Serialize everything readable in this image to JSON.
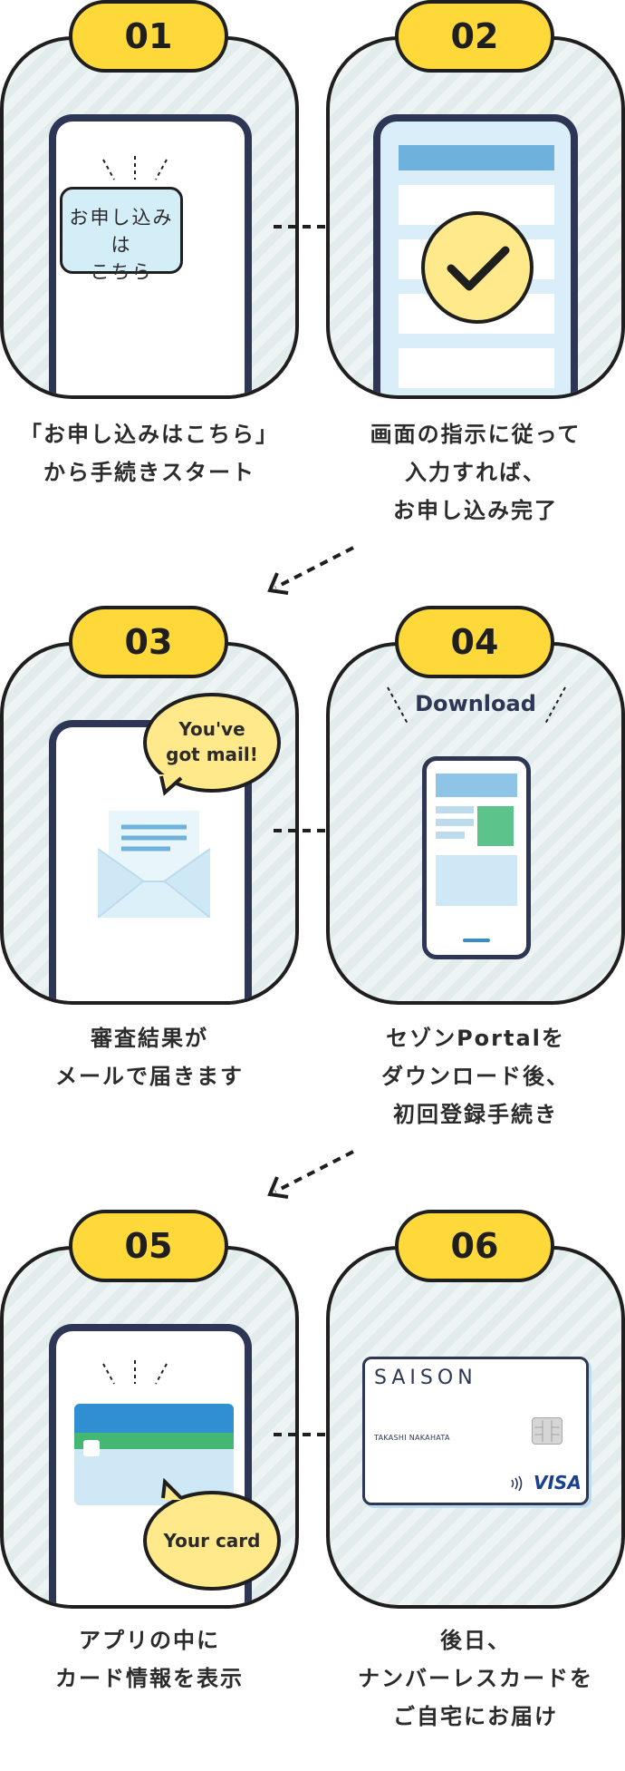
{
  "steps": [
    {
      "number": "01",
      "caption": [
        "「お申し込みはこちら」",
        "から手続きスタート"
      ],
      "button_line1": "お申し込みは",
      "button_line2": "こちら"
    },
    {
      "number": "02",
      "caption": [
        "画面の指示に従って",
        "入力すれば、",
        "お申し込み完了"
      ]
    },
    {
      "number": "03",
      "caption": [
        "審査結果が",
        "メールで届きます"
      ],
      "bubble_line1": "You've",
      "bubble_line2": "got mail!"
    },
    {
      "number": "04",
      "caption": [
        "セゾンPortalを",
        "ダウンロード後、",
        "初回登録手続き"
      ],
      "download_label": "Download"
    },
    {
      "number": "05",
      "caption": [
        "アプリの中に",
        "カード情報を表示"
      ],
      "bubble": "Your card"
    },
    {
      "number": "06",
      "caption": [
        "後日、",
        "ナンバーレスカードを",
        "ご自宅にお届け"
      ],
      "card_brand": "SAISON",
      "card_holder": "TAKASHI NAKAHATA",
      "card_network": "VISA"
    }
  ],
  "colors": {
    "badge": "#ffd83a",
    "outline": "#1f1f1f",
    "phone_frame": "#2e3656",
    "panel": "#eef4f4",
    "check": "#ffe98a",
    "light_blue": "#d9eef8",
    "green": "#5cc48a"
  }
}
